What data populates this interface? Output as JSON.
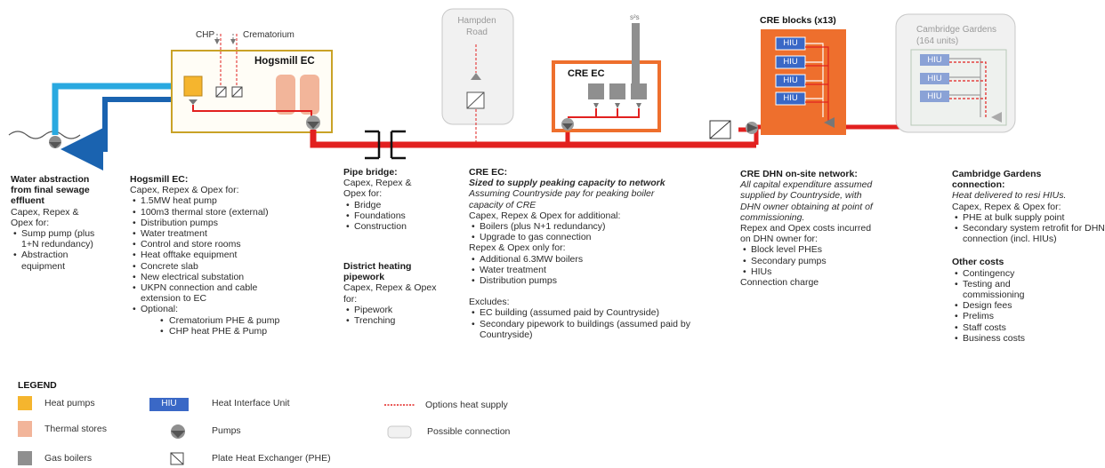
{
  "diagram": {
    "hogsmill_box_title": "Hogsmill EC",
    "chp_label": "CHP",
    "crematorium_label": "Crematorium",
    "hampden_road": [
      "Hampden",
      "Road"
    ],
    "cre_ec_box_title": "CRE EC",
    "cre_blocks_title": "CRE blocks (x13)",
    "hiu_label": "HIU",
    "cambridge_gardens_box": [
      "Cambridge Gardens",
      "(164 units)"
    ]
  },
  "columns": {
    "water": {
      "heading": [
        "Water abstraction",
        "from final sewage",
        "effluent"
      ],
      "intro": [
        "Capex, Repex &",
        "Opex for:"
      ],
      "items": [
        "Sump pump (plus 1+N redundancy)",
        "Abstraction equipment"
      ]
    },
    "hogsmill": {
      "heading": "Hogsmill EC:",
      "intro": "Capex, Repex & Opex for:",
      "items": [
        "1.5MW heat pump",
        "100m3 thermal store (external)",
        "Distribution pumps",
        "Water treatment",
        "Control and store rooms",
        "Heat offtake equipment",
        "Concrete slab",
        "New electrical substation",
        "UKPN connection and cable extension to EC",
        "Optional:"
      ],
      "optional_items": [
        "Crematorium PHE & pump",
        "CHP heat PHE & Pump"
      ]
    },
    "pipe_bridge": {
      "heading": "Pipe bridge:",
      "intro": [
        "Capex, Repex &",
        "Opex for:"
      ],
      "items": [
        "Bridge",
        "Foundations",
        "Construction"
      ]
    },
    "dh_pipework": {
      "heading": [
        "District heating",
        "pipework"
      ],
      "intro": [
        "Capex, Repex & Opex",
        "for:"
      ],
      "items": [
        "Pipework",
        "Trenching"
      ]
    },
    "cre_ec": {
      "heading": "CRE EC:",
      "subheading": "Sized to supply peaking capacity to network",
      "note": [
        "Assuming Countryside pay for peaking boiler",
        "capacity of CRE"
      ],
      "intro": "Capex, Repex & Opex for additional:",
      "items": [
        "Boilers (plus N+1 redundancy)",
        "Upgrade to gas connection"
      ],
      "intro2": "Repex & Opex only for:",
      "items2": [
        "Additional 6.3MW boilers",
        "Water treatment",
        "Distribution pumps"
      ],
      "excludes": "Excludes:",
      "items3": [
        "EC building (assumed paid by Countryside)",
        "Secondary pipework to buildings (assumed paid by Countryside)"
      ]
    },
    "cre_dhn": {
      "heading": "CRE DHN on-site network:",
      "note": [
        "All capital expenditure assumed",
        "supplied by Countryside, with",
        "DHN owner obtaining at point of",
        "commissioning."
      ],
      "intro": [
        "Repex and Opex costs incurred",
        "on DHN owner for:"
      ],
      "items": [
        "Block level PHEs",
        "Secondary pumps",
        "HIUs"
      ],
      "footer": "Connection charge"
    },
    "cambridge": {
      "heading": [
        "Cambridge Gardens",
        "connection:"
      ],
      "note": "Heat delivered to resi HIUs.",
      "intro": "Capex, Repex & Opex for:",
      "items": [
        "PHE at bulk supply point",
        "Secondary system retrofit for DHN connection (incl. HIUs)"
      ],
      "other_heading": "Other costs",
      "other_items": [
        "Contingency",
        "Testing and commissioning",
        "Design fees",
        "Prelims",
        "Staff costs",
        "Business costs"
      ]
    }
  },
  "legend": {
    "title": "LEGEND",
    "heat_pumps": "Heat pumps",
    "thermal_stores": "Thermal stores",
    "gas_boilers": "Gas boilers",
    "hiu_chip": "HIU",
    "hiu": "Heat Interface Unit",
    "pumps": "Pumps",
    "phe": "Plate Heat Exchanger (PHE)",
    "options": "Options heat supply",
    "possible": "Possible connection"
  },
  "colors": {
    "network_red": "#e2201f",
    "water_blue_light": "#29a9e0",
    "water_blue_dark": "#1a63b0",
    "heat_pump": "#f5b52e",
    "thermal_store": "#f2b59a",
    "gas_boiler": "#8f8f8f",
    "hiu": "#3a68c6",
    "cre_orange": "#ee6f2d",
    "hogsmill_border": "#c9a227"
  }
}
